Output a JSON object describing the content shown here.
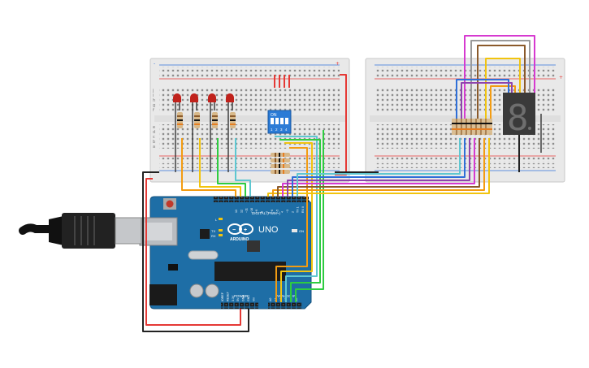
{
  "board": {
    "brand": "ARDUINO",
    "model": "UNO",
    "digital_label": "DIGITAL (PWM~)",
    "power_label": "POWER",
    "analog_label": "ANALOG IN",
    "on_label": "ON",
    "aref_label": "AREF",
    "gnd_label": "GND",
    "tx_label": "TX",
    "rx_label": "RX",
    "l_label": "L",
    "digital_pins": [
      "13",
      "12",
      "~11",
      "~10",
      "~9",
      "8",
      "7",
      "~6",
      "~5",
      "4",
      "~3",
      "2",
      "TX 1",
      "RX 0"
    ],
    "power_pins": [
      "IOREF",
      "RESET",
      "3.3V",
      "5V",
      "GND",
      "GND",
      "Vin"
    ],
    "analog_pins": [
      "A0",
      "A1",
      "A2",
      "A3",
      "A4",
      "A5"
    ]
  },
  "dip_switch": {
    "on_label": "ON",
    "positions": [
      "1",
      "2",
      "3",
      "4"
    ]
  },
  "seven_segment": {
    "digit": "8"
  },
  "breadboards": {
    "rail_plus": "+",
    "rail_minus": "-",
    "row_letters_top": [
      "j",
      "i",
      "h",
      "g",
      "f"
    ],
    "row_letters_bottom": [
      "e",
      "d",
      "c",
      "b",
      "a"
    ]
  },
  "colors": {
    "board_blue": "#1e6ea6",
    "breadboard": "#e9e9e9",
    "wire_red": "#e53935",
    "wire_black": "#222222",
    "wire_orange": "#f39c12",
    "wire_yellow": "#f1c40f",
    "wire_green": "#2ecc40",
    "wire_teal": "#5ec7d1",
    "wire_blue": "#2f6fd8",
    "wire_purple": "#8e44ad",
    "wire_magenta": "#d63ad0",
    "wire_brown": "#8b5a2b",
    "wire_gray": "#9a9a9a",
    "led_red": "#c0221c",
    "segment_display": "#3a3a3a"
  }
}
